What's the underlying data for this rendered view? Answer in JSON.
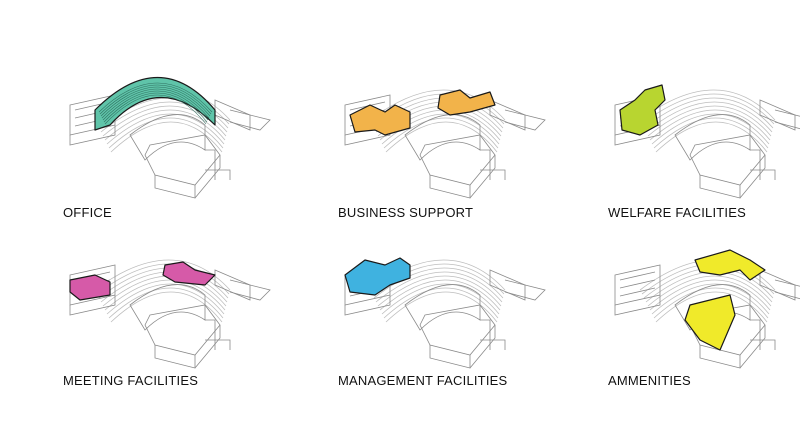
{
  "diagrams": [
    {
      "label": "OFFICE",
      "highlight": "#5fc4a9",
      "zone": "office"
    },
    {
      "label": "BUSINESS SUPPORT",
      "highlight": "#f2b34a",
      "zone": "business"
    },
    {
      "label": "WELFARE FACILITIES",
      "highlight": "#b8d530",
      "zone": "welfare"
    },
    {
      "label": "MEETING FACILITIES",
      "highlight": "#d65aa8",
      "zone": "meeting"
    },
    {
      "label": "MANAGEMENT FACILITIES",
      "highlight": "#3fb2e0",
      "zone": "management"
    },
    {
      "label": "AMMENITIES",
      "highlight": "#f0ea2a",
      "zone": "amenities"
    }
  ]
}
